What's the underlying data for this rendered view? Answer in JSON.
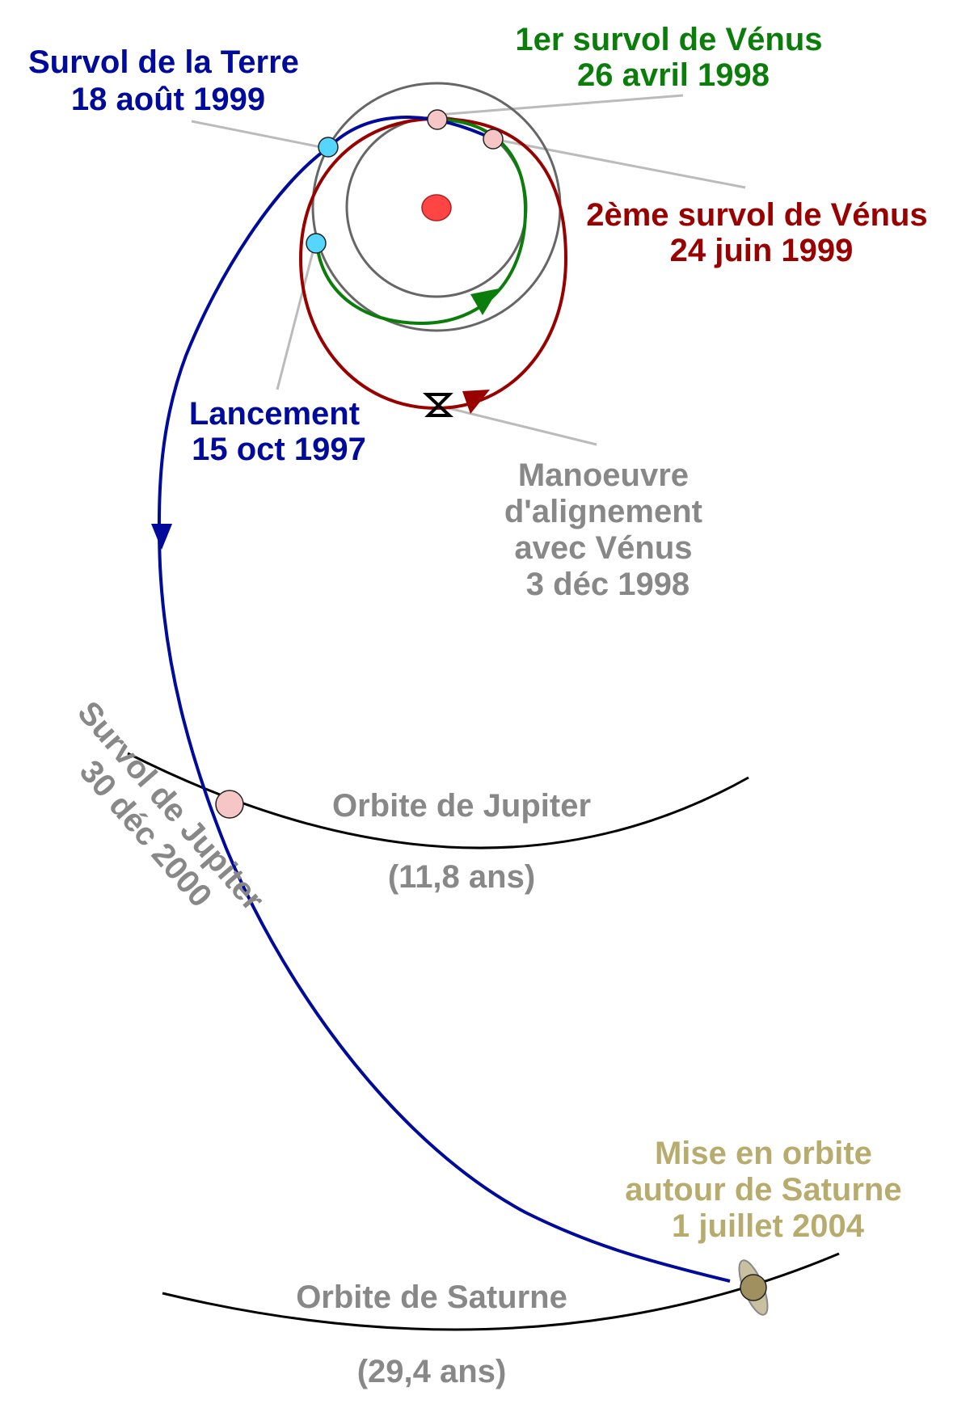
{
  "colors": {
    "cassini_path": "#000a9b",
    "venus1_path": "#0a7d0a",
    "venus2_path": "#990000",
    "inner_orbits": "#666666",
    "outer_orbits": "#000000",
    "leader_lines": "#bbbbbb",
    "sun": "#ff4444",
    "earth": "#55d6ff",
    "venus": "#f6c6c6",
    "jupiter": "#f6c6c6",
    "saturn": "#a09060"
  },
  "labels": {
    "earth_flyby": {
      "line1": "Survol de la Terre",
      "line2": "18 août 1999"
    },
    "venus1_flyby": {
      "line1": "1er survol de Vénus",
      "line2": "26 avril 1998"
    },
    "venus2_flyby": {
      "line1": "2ème survol de Vénus",
      "line2": "24 juin 1999"
    },
    "launch": {
      "line1": "Lancement",
      "line2": "15 oct 1997"
    },
    "maneuver": {
      "line1": "Manoeuvre",
      "line2": "d'alignement",
      "line3": "avec Vénus",
      "line4": "3 déc 1998"
    },
    "jupiter_orbit": {
      "name": "Orbite de Jupiter",
      "period": "(11,8 ans)"
    },
    "jupiter_flyby": {
      "line1": "Survol de Jupiter",
      "line2": "30 déc 2000"
    },
    "saturn_arrival": {
      "line1": "Mise en orbite",
      "line2": "autour de Saturne",
      "line3": "1 juillet 2004"
    },
    "saturn_orbit": {
      "name": "Orbite de Saturne",
      "period": "(29,4 ans)"
    }
  }
}
